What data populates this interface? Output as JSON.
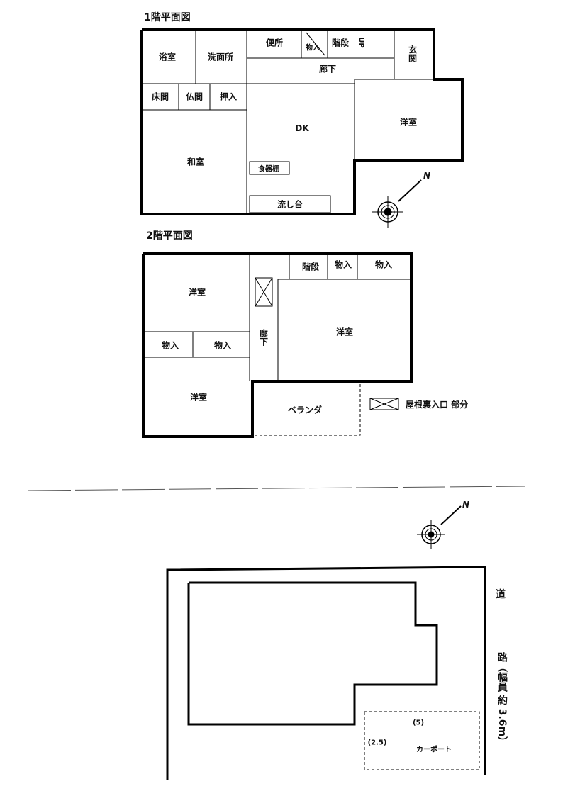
{
  "floor1": {
    "title": "1階平面図",
    "rooms": {
      "bath": "浴室",
      "washroom": "洗面所",
      "toilet": "便所",
      "storage": "物入",
      "stairs": "階段",
      "up": "UP",
      "entrance": "玄関",
      "hallway": "廊下",
      "tokonoma": "床間",
      "butsuma": "仏間",
      "oshiire": "押入",
      "dk": "DK",
      "western": "洋室",
      "washitsu": "和室",
      "cupboard": "食器棚",
      "sink": "流し台"
    }
  },
  "floor2": {
    "title": "2階平面図",
    "rooms": {
      "stairs": "階段",
      "storage_a": "物入",
      "storage_b": "物入",
      "western_top": "洋室",
      "storage_c": "物入",
      "storage_d": "物入",
      "hallway": "廊下",
      "western_right": "洋室",
      "western_bottom": "洋室",
      "veranda": "ベランダ"
    },
    "legend": "屋根裏入口 部分"
  },
  "site": {
    "road_top": "道",
    "road_label": "路（幅員 約 3.6m）",
    "carport_width": "(5)",
    "carport_depth": "(2.5)",
    "carport": "カーポート"
  },
  "compass": {
    "north": "N"
  }
}
